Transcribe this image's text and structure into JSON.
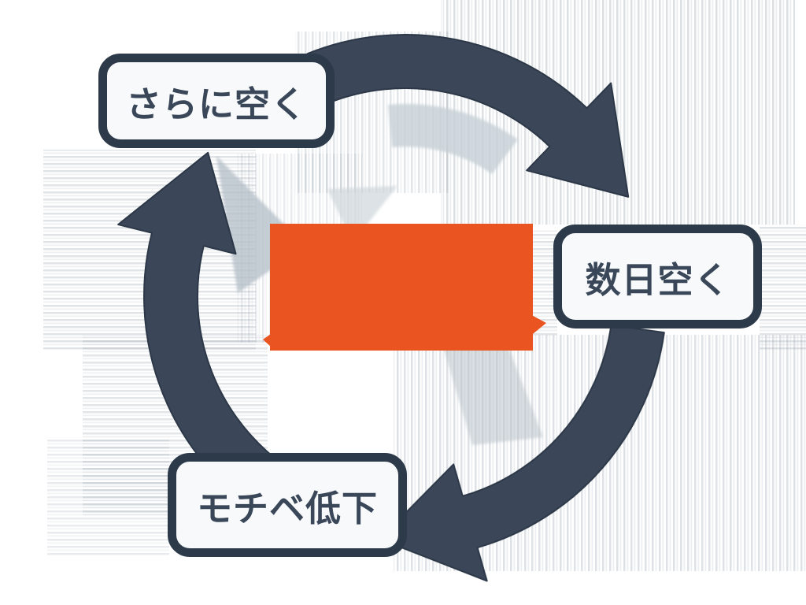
{
  "diagram": {
    "type": "cycle",
    "direction": "clockwise",
    "nodes": [
      {
        "label": "さらに空く",
        "position": "top-left"
      },
      {
        "label": "数日空く",
        "position": "right"
      },
      {
        "label": "モチベ低下",
        "position": "bottom-left"
      }
    ],
    "center_block": {
      "description": "solid orange rectangle covering the center of the cycle",
      "color": "#e95420"
    },
    "colors": {
      "arrow": "#3b4759",
      "arrow_outline": "#2c3847",
      "box_border": "#2d3a4a",
      "box_fill": "#f7f9fb",
      "text": "#3a4759",
      "ghost_gray": "#bcc6ce",
      "background": "#ffffff"
    }
  }
}
